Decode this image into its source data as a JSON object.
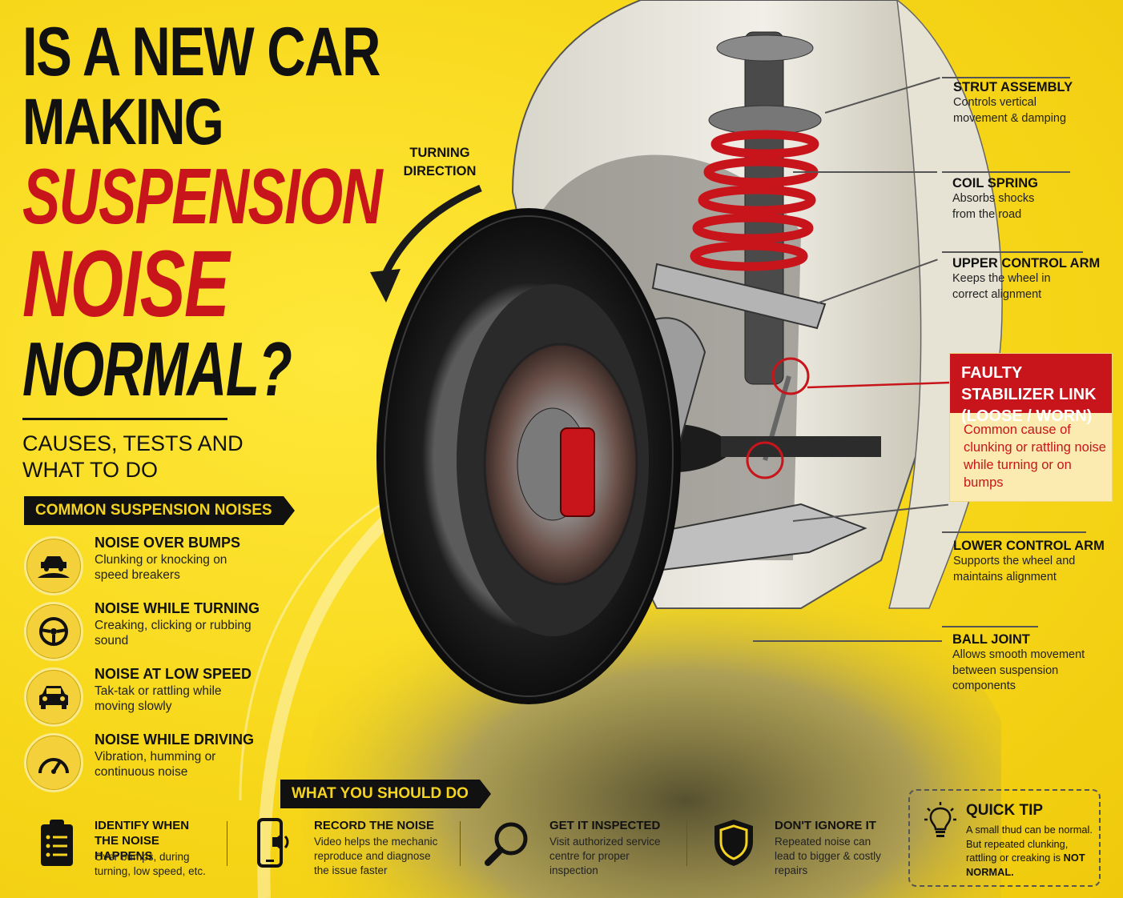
{
  "title": {
    "line1": "IS A NEW CAR",
    "line2": "MAKING",
    "line3": "SUSPENSION",
    "line4": "NOISE",
    "line5": "NORMAL?"
  },
  "subtitle": "CAUSES, TESTS AND WHAT TO DO",
  "colors": {
    "background": "#f7d71a",
    "accent_red": "#c8151b",
    "dark": "#111111"
  },
  "common_noises": {
    "label": "COMMON SUSPENSION NOISES",
    "items": [
      {
        "title": "NOISE OVER BUMPS",
        "desc": "Clunking or knocking on speed breakers",
        "icon": "car-on-bump-icon"
      },
      {
        "title": "NOISE WHILE TURNING",
        "desc": "Creaking, clicking or rubbing sound",
        "icon": "steering-wheel-icon"
      },
      {
        "title": "NOISE AT LOW SPEED",
        "desc": "Tak-tak or rattling while moving slowly",
        "icon": "car-front-icon"
      },
      {
        "title": "NOISE WHILE DRIVING",
        "desc": "Vibration, humming or continuous noise",
        "icon": "speedometer-icon"
      }
    ]
  },
  "turning_direction": "TURNING DIRECTION",
  "callouts": {
    "strut": {
      "title": "STRUT ASSEMBLY",
      "desc": "Controls vertical movement & damping"
    },
    "coil": {
      "title": "COIL SPRING",
      "desc": "Absorbs shocks from the road"
    },
    "upper_arm": {
      "title": "UPPER CONTROL ARM",
      "desc": "Keeps the wheel in correct alignment"
    },
    "faulty": {
      "title": "FAULTY STABILIZER LINK (LOOSE / WORN)",
      "desc": "Common cause of clunking or rattling noise while turning or on bumps"
    },
    "lower_arm": {
      "title": "LOWER CONTROL ARM",
      "desc": "Supports the wheel and maintains alignment"
    },
    "ball_joint": {
      "title": "BALL JOINT",
      "desc": "Allows smooth movement between suspension components"
    }
  },
  "what_to_do": {
    "label": "WHAT YOU SHOULD DO",
    "items": [
      {
        "title": "IDENTIFY WHEN THE NOISE HAPPENS",
        "desc": "Over bumps, during turning, low speed, etc.",
        "icon": "clipboard-checklist-icon"
      },
      {
        "title": "RECORD THE NOISE",
        "desc": "Video helps the mechanic reproduce and diagnose the issue faster",
        "icon": "smartphone-sound-icon"
      },
      {
        "title": "GET IT INSPECTED",
        "desc": "Visit authorized service centre for proper inspection",
        "icon": "magnifier-icon"
      },
      {
        "title": "DON'T IGNORE IT",
        "desc": "Repeated noise can lead to bigger & costly repairs",
        "icon": "shield-icon"
      }
    ]
  },
  "quick_tip": {
    "title": "QUICK TIP",
    "desc": "A small thud can be normal. But repeated clunking, rattling or creaking is",
    "emphasis": "NOT NORMAL."
  }
}
